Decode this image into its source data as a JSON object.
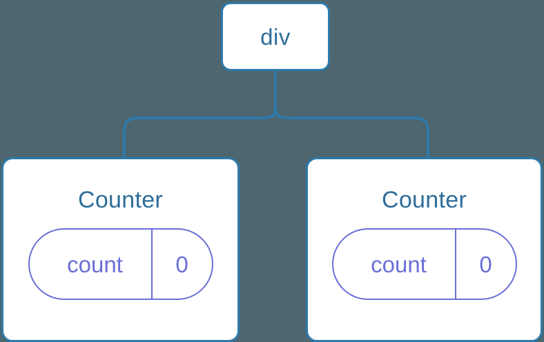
{
  "diagram": {
    "type": "component-tree",
    "background_color": "#4d6670",
    "node_border_color": "#2e7aab",
    "node_fill_color": "#ffffff",
    "node_label_color": "#2e6d99",
    "state_accent_color": "#6b6fd6",
    "connector_color": "#2e7aab",
    "root": {
      "label": "div"
    },
    "children": [
      {
        "label": "Counter",
        "state": {
          "key": "count",
          "value": "0"
        }
      },
      {
        "label": "Counter",
        "state": {
          "key": "count",
          "value": "0"
        }
      }
    ]
  }
}
